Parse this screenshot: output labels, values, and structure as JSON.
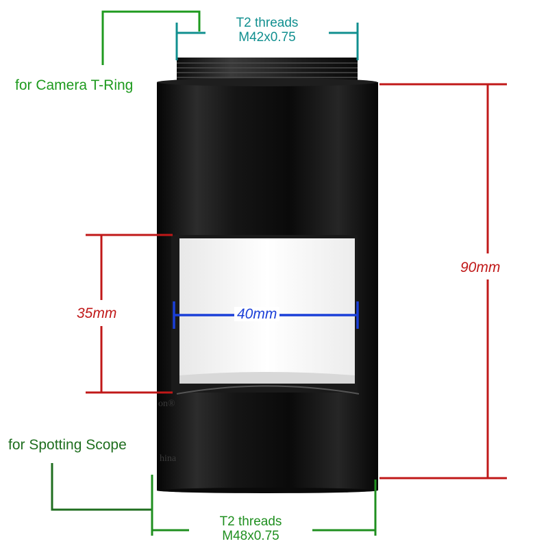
{
  "top_thread": {
    "line1": "T2 threads",
    "line2": "M42x0.75"
  },
  "bottom_thread": {
    "line1": "T2 threads",
    "line2": "M48x0.75"
  },
  "camera_label": "for Camera T-Ring",
  "scope_label": "for Spotting Scope",
  "height_label": "90mm",
  "window_height_label": "35mm",
  "window_width_label": "40mm",
  "engraving": {
    "brand_fragment": "on®",
    "country_fragment": "hina"
  },
  "colors": {
    "tube": "#111111",
    "green": "#1e9a1e",
    "teal": "#108f8f",
    "red": "#c01818",
    "blue": "#1a3fd8"
  }
}
